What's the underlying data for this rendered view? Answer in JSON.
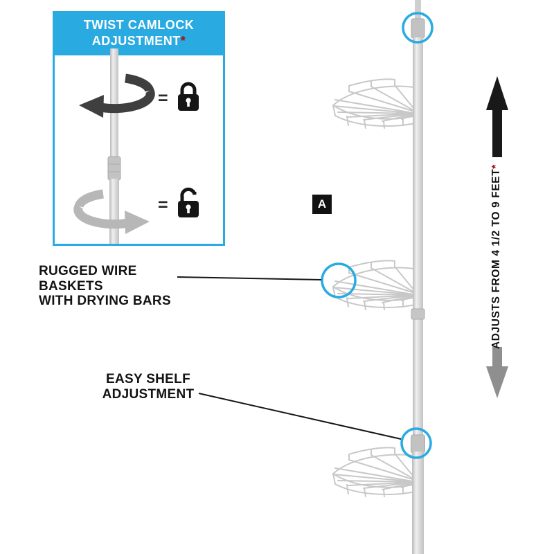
{
  "colors": {
    "accent": "#29abe2",
    "ink": "#131313",
    "asterisk_red": "#a50f15",
    "arrow_dark": "#191919",
    "arrow_gray": "#8f8f8f",
    "pole_gray": "#c8c8c8"
  },
  "callout": {
    "title_line1": "TWIST CAMLOCK",
    "title_line2": "ADJUSTMENT",
    "title_asterisk": "*",
    "rows": [
      {
        "equals": "=",
        "lock": "locked-padlock"
      },
      {
        "equals": "=",
        "lock": "unlocked-padlock"
      }
    ]
  },
  "labels": {
    "baskets": [
      "RUGGED WIRE",
      "BASKETS",
      "WITH DRYING BARS"
    ],
    "shelf": [
      "EASY SHELF",
      "ADJUSTMENT"
    ],
    "marker": "A"
  },
  "side_note": {
    "text": "ADJUSTS FROM 4 1/2 TO 9 FEET",
    "asterisk": "*"
  }
}
